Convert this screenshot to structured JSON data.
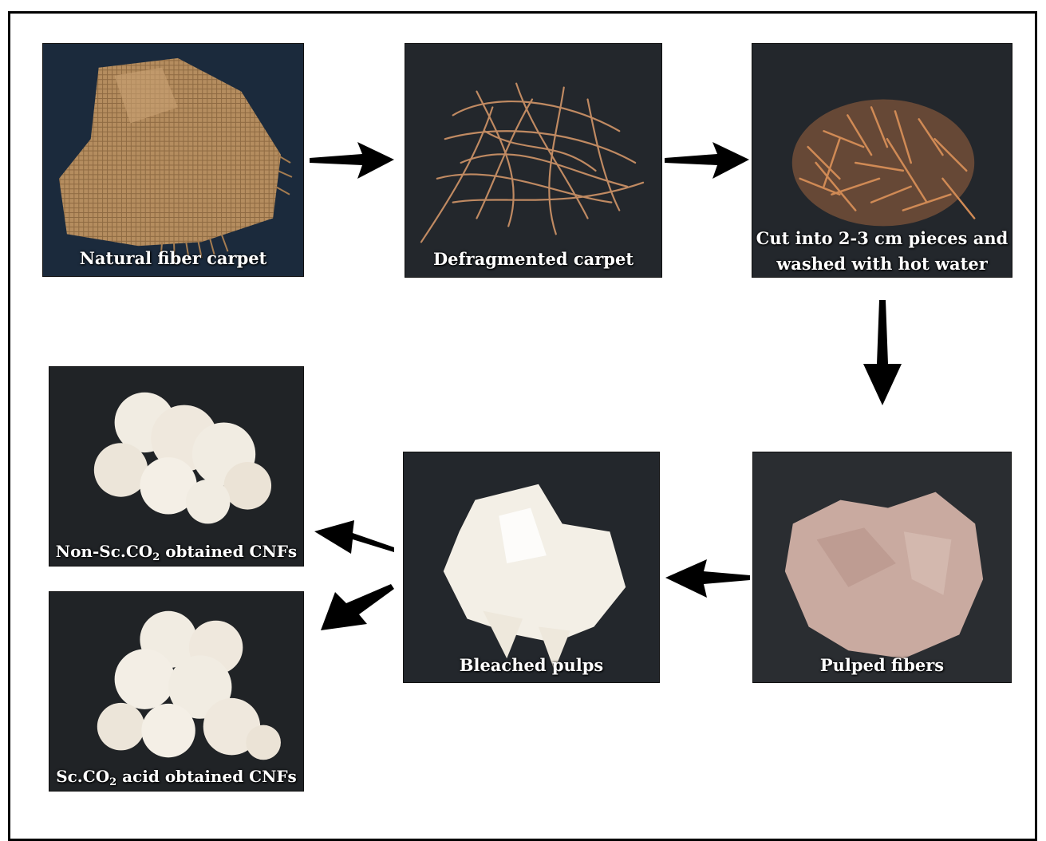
{
  "steps": {
    "natural_fiber_carpet": "Natural  fiber  carpet",
    "defragmented_carpet": "Defragmented  carpet",
    "cut_pieces_line1": "Cut into 2-3 cm pieces and",
    "cut_pieces_line2": "washed with hot water",
    "pulped_fibers": "Pulped fibers",
    "bleached_pulps": "Bleached pulps",
    "non_sc_prefix": "Non-Sc.CO",
    "non_sc_sub": "2",
    "non_sc_suffix": " obtained CNFs",
    "sc_prefix": "Sc.CO",
    "sc_sub": "2",
    "sc_suffix": " acid obtained CNFs"
  },
  "colors": {
    "photo_background": "#1f2328",
    "carpet": "#b58d5f",
    "fiber_strands": "#c08a62",
    "cut_fibers": "#d08a55",
    "pulp": "#c9aaa0",
    "bleached": "#f3efe6",
    "cnf": "#f1ece2",
    "arrow": "#000000"
  }
}
